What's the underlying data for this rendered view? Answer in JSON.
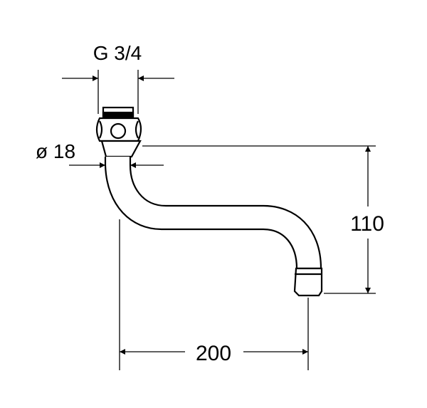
{
  "drawing": {
    "title": "Spout dimension drawing",
    "labels": {
      "thread": "G 3/4",
      "diameter": "ø 18",
      "height": "110",
      "length": "200"
    },
    "colors": {
      "line": "#000000",
      "background": "#ffffff"
    }
  }
}
